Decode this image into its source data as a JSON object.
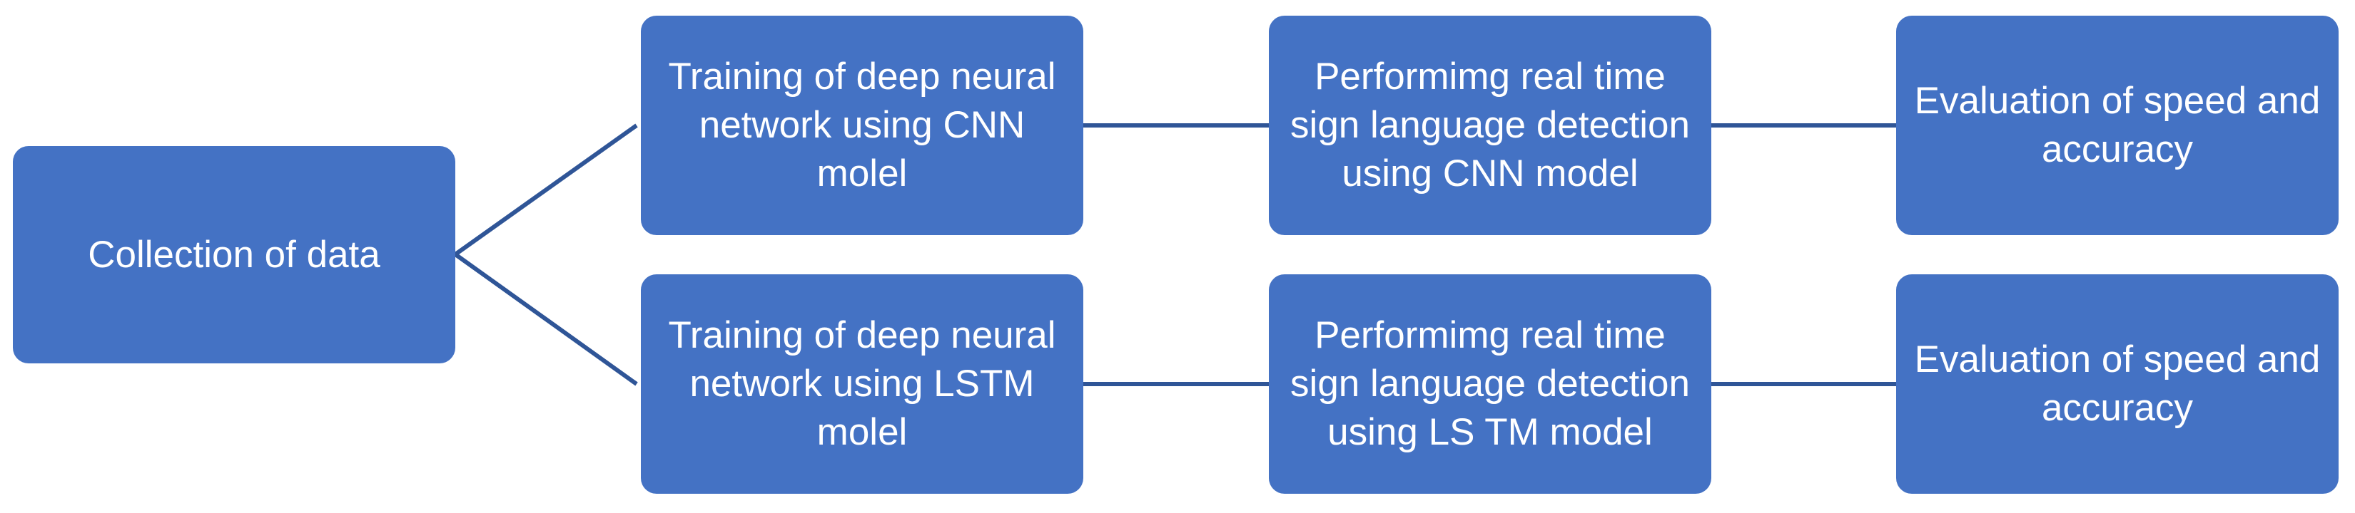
{
  "diagram": {
    "nodes": {
      "collection": "Collection of data",
      "train_cnn": "Training of deep neural\nnetwork using CNN\nmolel",
      "train_lstm": "Training of deep neural\nnetwork using LSTM\nmolel",
      "detect_cnn": "Performimg real time\nsign language detection\nusing CNN model",
      "detect_lstm": "Performimg real time\nsign language detection\nusing LS TM model",
      "eval_cnn": "Evaluation of speed and\naccuracy",
      "eval_lstm": "Evaluation of speed and\naccuracy"
    },
    "colors": {
      "node_fill": "#4472c4",
      "node_text": "#ffffff",
      "connector": "#2f5597"
    }
  }
}
